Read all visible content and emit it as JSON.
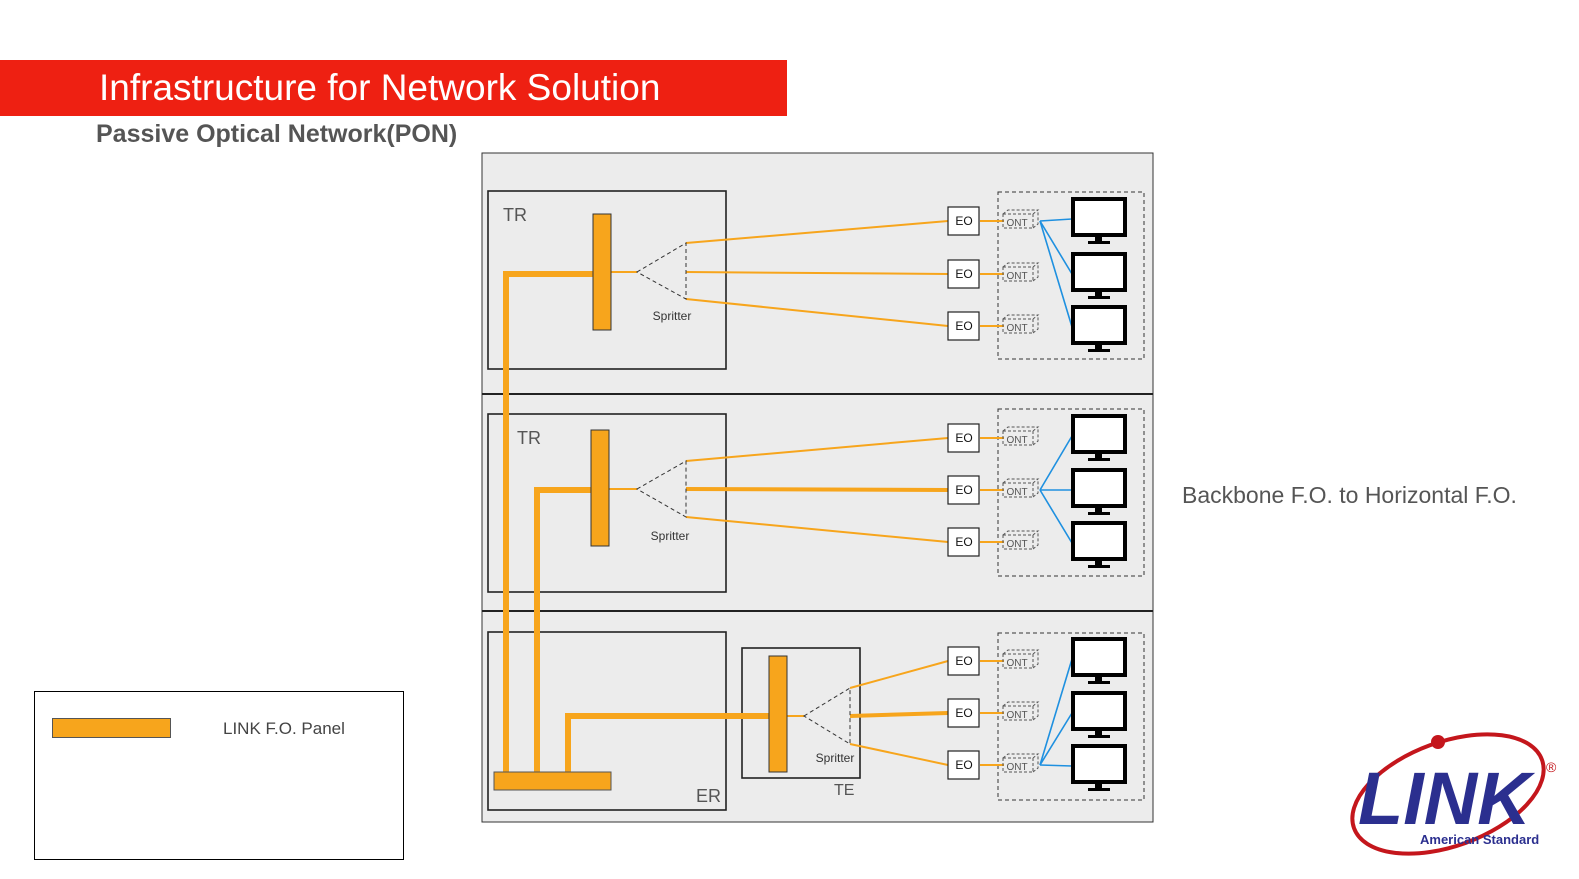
{
  "header": {
    "title": "Infrastructure for Network Solution"
  },
  "subtitle": "Passive Optical Network(PON)",
  "side_label": "Backbone F.O. to Horizontal F.O.",
  "legend": {
    "label": "LINK F.O. Panel"
  },
  "diagram": {
    "room_labels": {
      "tr1": "TR",
      "tr2": "TR",
      "er": "ER",
      "te": "TE"
    },
    "splitter_label": "Spritter",
    "eo_label": "EO",
    "ont_label": "ONT"
  },
  "logo": {
    "brand": "LINK",
    "tagline": "American Standard",
    "mark": "®"
  },
  "colors": {
    "title_bar": "#ee2012",
    "fiber": "#f7a51c",
    "copper": "#1e90e0",
    "floor_bg": "#ececec"
  },
  "icons": [
    "monitor-icon",
    "ont-device-icon",
    "fo-panel-icon",
    "splitter-icon"
  ]
}
